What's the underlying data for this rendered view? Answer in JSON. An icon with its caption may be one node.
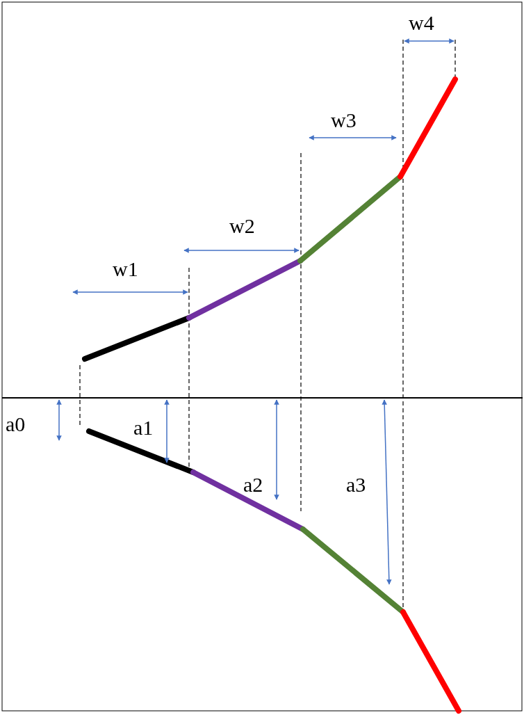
{
  "diagram": {
    "labels": [
      "w4",
      "w3",
      "w2",
      "w1",
      "a0",
      "a1",
      "a2",
      "a3"
    ]
  }
}
